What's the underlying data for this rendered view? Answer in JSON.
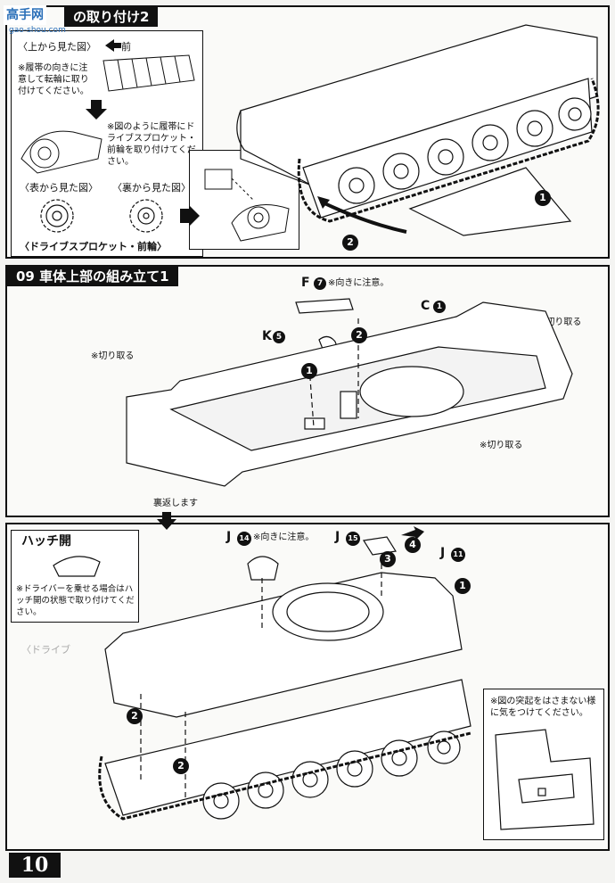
{
  "watermark": {
    "site": "高手网",
    "url": "gao-shou.com"
  },
  "section1": {
    "title": "の取り付け2",
    "top_view_label": "〈上から見た図〉",
    "front_arrow_label": "前",
    "note_direction": "※履帯の向きに注意して転輪に取り付けてください。",
    "note_attach": "※図のように履帯にドライブスプロケット・前輪を取り付けてください。",
    "front_view_label": "〈表から見た図〉",
    "back_view_label": "〈裏から見た図〉",
    "caption": "〈ドライブスプロケット・前輪〉",
    "steps": [
      "1",
      "2"
    ]
  },
  "section2": {
    "title": "09 車体上部の組み立て1",
    "part_f": "F",
    "part_f_num": "7",
    "part_f_note": "※向きに注意。",
    "part_c": "C",
    "part_c_num": "1",
    "part_k": "K",
    "part_k_num": "5",
    "cut_note": "※切り取る",
    "steps": [
      "1",
      "2"
    ]
  },
  "flip_note": "裏返します",
  "section3": {
    "hatch_title": "ハッチ開",
    "hatch_note": "※ドライバーを乗せる場合はハッチ開の状態で取り付けてください。",
    "part_j14": "J",
    "part_j14_num": "14",
    "part_j14_note": "※向きに注意。",
    "part_j15": "J",
    "part_j15_num": "15",
    "part_j11": "J",
    "part_j11_num": "11",
    "detail_note": "※図の突起をはさまない様に気をつけてください。",
    "steps": [
      "1",
      "2",
      "2",
      "3",
      "4"
    ]
  },
  "page_number": "10"
}
